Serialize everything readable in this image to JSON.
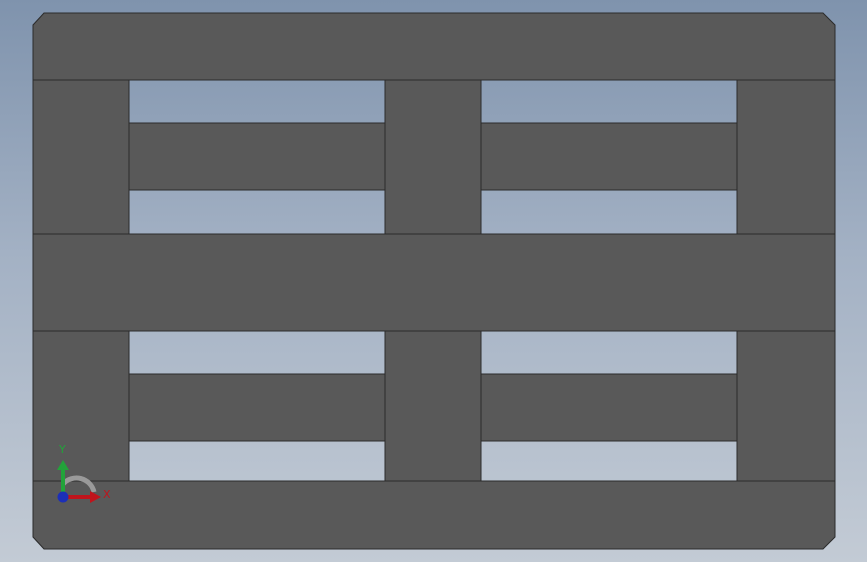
{
  "view": {
    "name": "cad-model-viewport",
    "colors": {
      "background_top": "#7f93ad",
      "background_bottom": "#c3cbd5",
      "part_fill": "#595959",
      "part_edge": "#2b2b2b"
    }
  },
  "triad": {
    "x_label": "X",
    "y_label": "Y",
    "x_color": "#c0141c",
    "y_color": "#22a33a",
    "z_color": "#1c2fb8"
  }
}
